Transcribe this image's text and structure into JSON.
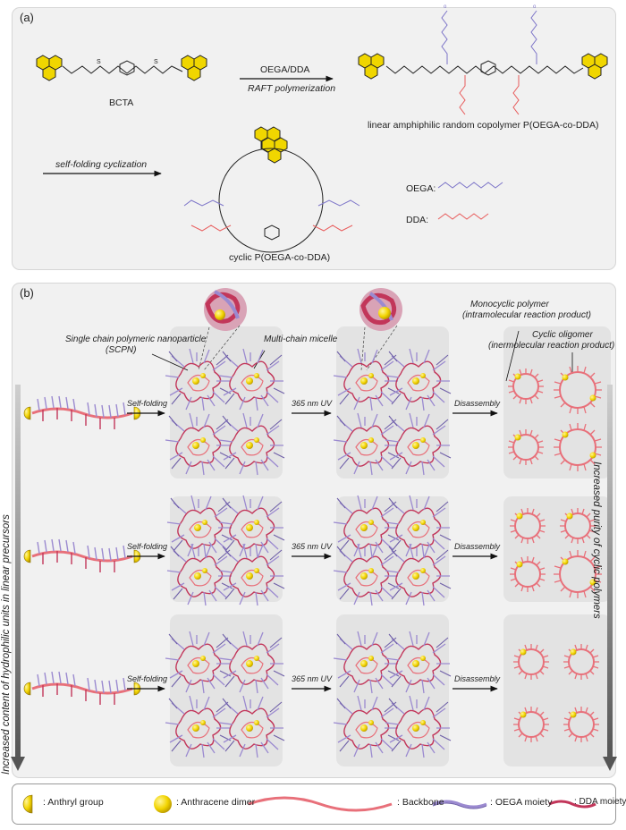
{
  "panel_a": {
    "label": "(a)",
    "bcta": "BCTA",
    "reagents": "OEGA/DDA",
    "rxn1": "RAFT polymerization",
    "product_linear": "linear amphiphilic random copolymer P(OEGA-co-DDA)",
    "rxn2": "self-folding cyclization",
    "product_cyclic": "cyclic P(OEGA-co-DDA)",
    "oega_label": "OEGA:",
    "dda_label": "DDA:"
  },
  "panel_b": {
    "label": "(b)",
    "scpn_line1": "Single chain polymeric nanoparticle",
    "scpn_line2": "(SCPN)",
    "micelle": "Multi-chain micelle",
    "mono_line1": "Monocyclic polymer",
    "mono_line2": "(intramolecular reaction product)",
    "oligo_line1": "Cyclic oligomer",
    "oligo_line2": "(inermolecular reaction product)",
    "step1": "Self-folding",
    "step2": "365 nm UV",
    "step3": "Disassembly",
    "left_axis": "Increased content of hydrophilic units in linear precursors",
    "right_axis": "Increased purity of cyclic polymers"
  },
  "legend": {
    "anthryl": ": Anthryl group",
    "dimer": ": Anthracene dimer",
    "backbone": ": Backbone",
    "oega": ": OEGA moiety",
    "dda": ": DDA moiety"
  },
  "colors": {
    "backbone": "#e8707a",
    "oega": "#9b8ad0",
    "dda": "#c2365a",
    "anthracene": "#f2d400"
  }
}
